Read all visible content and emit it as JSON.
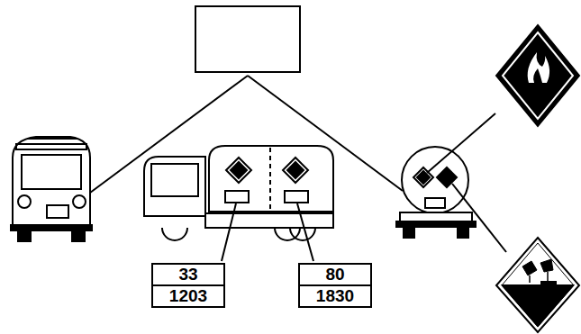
{
  "diagram": {
    "nodes": [
      {
        "text": [
          "33",
          "1203"
        ]
      },
      {
        "text": [
          "80",
          "1830"
        ]
      }
    ]
  }
}
